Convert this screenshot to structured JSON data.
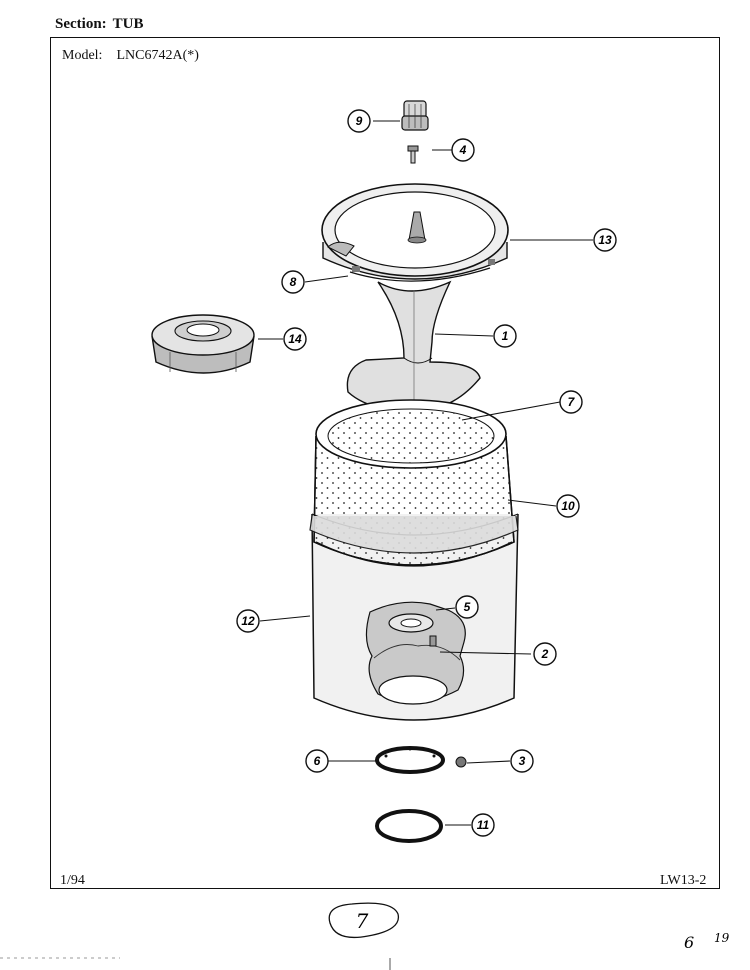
{
  "header": {
    "section_label": "Section:",
    "section_value": "TUB",
    "model_label": "Model:",
    "model_value": "LNC6742A(*)"
  },
  "footer": {
    "date": "1/94",
    "page_code": "LW13-2"
  },
  "callouts": {
    "c1": "1",
    "c2": "2",
    "c3": "3",
    "c4": "4",
    "c5": "5",
    "c6": "6",
    "c7": "7",
    "c8": "8",
    "c9": "9",
    "c10": "10",
    "c11": "11",
    "c12": "12",
    "c13": "13",
    "c14": "14"
  },
  "handwritten": {
    "circled_number": "7",
    "corner_note_a": "6",
    "corner_note_b": "19"
  }
}
